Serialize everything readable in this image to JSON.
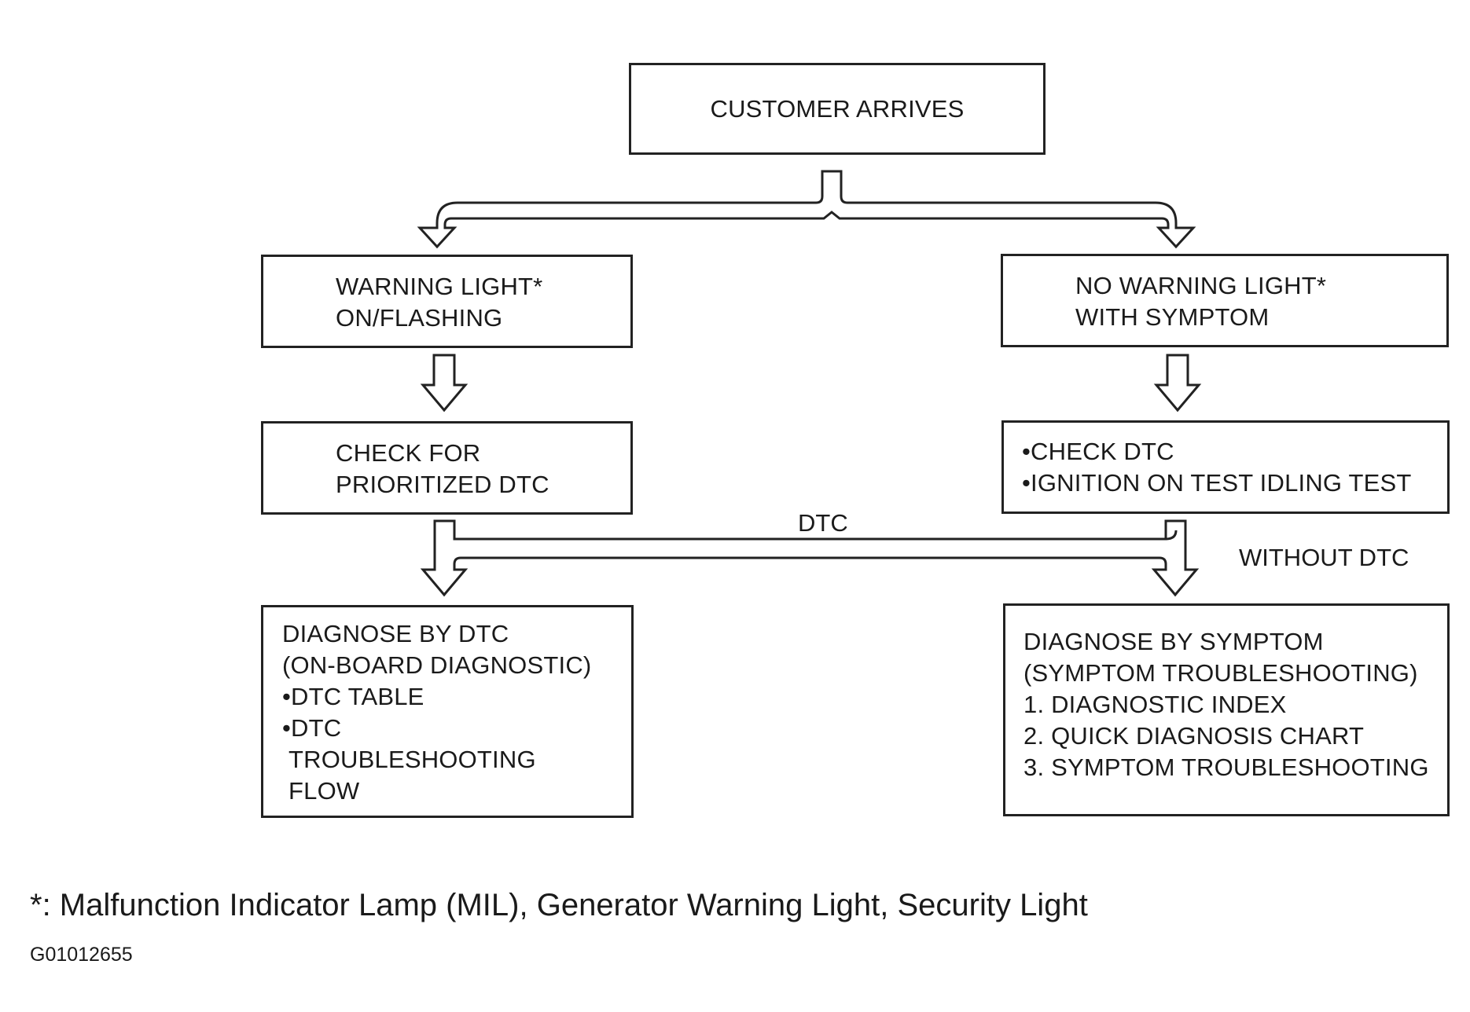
{
  "nodes": {
    "customer_arrives": [
      "CUSTOMER ARRIVES"
    ],
    "warning_light": [
      "WARNING LIGHT*",
      "ON/FLASHING"
    ],
    "no_warning_light": [
      "NO WARNING LIGHT*",
      "WITH SYMPTOM"
    ],
    "check_prioritized": [
      "CHECK FOR",
      "PRIORITIZED DTC"
    ],
    "check_dtc": [
      "•CHECK DTC",
      "•IGNITION ON TEST  IDLING TEST"
    ],
    "diagnose_dtc": [
      "DIAGNOSE BY DTC",
      "(ON-BOARD DIAGNOSTIC)",
      "•DTC TABLE",
      "•DTC",
      "TROUBLESHOOTING",
      "FLOW"
    ],
    "diagnose_symptom": [
      "DIAGNOSE BY SYMPTOM",
      "(SYMPTOM TROUBLESHOOTING)",
      "1. DIAGNOSTIC INDEX",
      "2. QUICK DIAGNOSIS CHART",
      "3. SYMPTOM TROUBLESHOOTING"
    ]
  },
  "edges": [
    {
      "from": "customer_arrives",
      "to": "warning_light",
      "label": ""
    },
    {
      "from": "customer_arrives",
      "to": "no_warning_light",
      "label": ""
    },
    {
      "from": "warning_light",
      "to": "check_prioritized",
      "label": ""
    },
    {
      "from": "no_warning_light",
      "to": "check_dtc",
      "label": ""
    },
    {
      "from": "check_prioritized",
      "to": "diagnose_dtc",
      "label": ""
    },
    {
      "from": "check_dtc",
      "to": "diagnose_dtc",
      "label": "DTC"
    },
    {
      "from": "check_dtc",
      "to": "diagnose_symptom",
      "label": "WITHOUT DTC"
    }
  ],
  "edge_labels": {
    "dtc": "DTC",
    "without_dtc": "WITHOUT DTC"
  },
  "footnote": "*: Malfunction Indicator Lamp (MIL), Generator Warning Light, Security Light",
  "figure_id": "G01012655",
  "colors": {
    "line": "#222222",
    "background": "#ffffff"
  }
}
